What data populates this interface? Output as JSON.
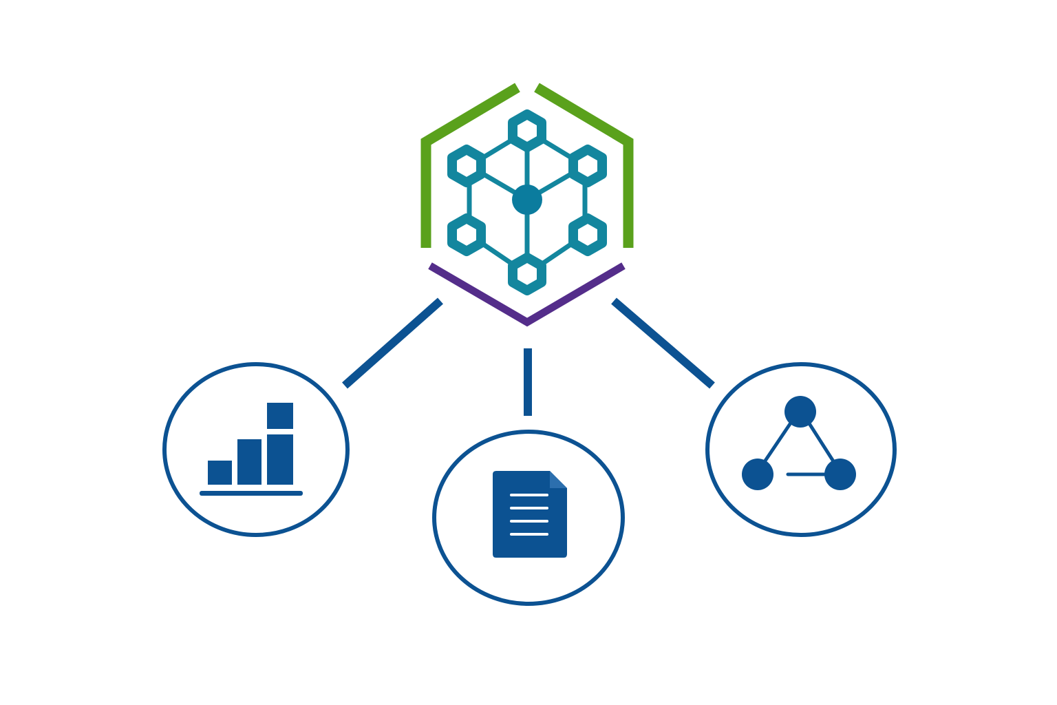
{
  "colors": {
    "background": "#ffffff",
    "hub_frame_top": "#5aa11c",
    "hub_frame_bottom": "#542d8a",
    "molecule": "#13869e",
    "molecule_core": "#0b7c9e",
    "connector": "#0c5292",
    "node_ring": "#0c5292",
    "icon_fill": "#0c5292"
  },
  "hub": {
    "icon": "hexagon-molecule-network-icon"
  },
  "nodes": [
    {
      "id": "left",
      "icon": "bar-chart-icon"
    },
    {
      "id": "center",
      "icon": "document-icon"
    },
    {
      "id": "right",
      "icon": "network-triangle-icon"
    }
  ]
}
